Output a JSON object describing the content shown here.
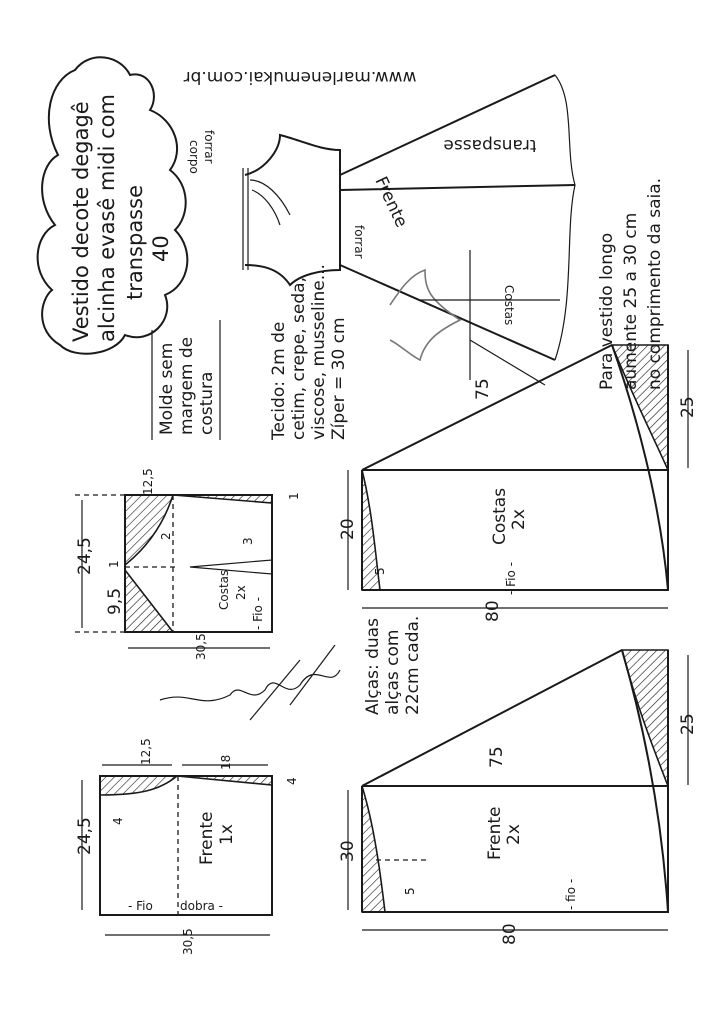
{
  "title": {
    "lines": [
      "Vestido decote degagê",
      "alcinha evasê midi com",
      "transpasse",
      "40"
    ]
  },
  "website": "www.marlenemukai.com.br",
  "notes": {
    "seam_allowance": [
      "Molde sem",
      "margem de",
      "costura"
    ],
    "fabric": [
      "Tecido: 2m de",
      "cetim, crepe, seda,",
      "viscose, musseline...",
      "Zíper = 30 cm"
    ],
    "long_dress": [
      "Para vestido longo",
      "aumente 25 a 30 cm",
      "no comprimento da saia."
    ],
    "straps": [
      "Alças: duas",
      "alças com",
      "22cm cada."
    ]
  },
  "sketch": {
    "labels": {
      "forrar_corpo": [
        "forrar",
        "corpo"
      ],
      "transpasse": "transpasse",
      "frente": "Frente",
      "forrar": "forrar",
      "costas": "Costas"
    }
  },
  "back_skirt": {
    "name": "Costas",
    "count": "2x",
    "grain": "- Fio -",
    "diagonal": "75",
    "right": "25",
    "left": "20",
    "small": "5",
    "width": "80"
  },
  "front_skirt": {
    "name": "Frente",
    "count": "2x",
    "grain": "- fio -",
    "diagonal": "75",
    "right": "25",
    "left": "30",
    "small": "5",
    "width": "80"
  },
  "back_bodice": {
    "name": "Costas",
    "count": "2x",
    "grain": "- Fio -",
    "height": "24,5",
    "lower": "9,5",
    "top": "12,5",
    "dart_a": "2",
    "dart_b": "3",
    "width": "30,5",
    "mark_a": "1",
    "mark_b": "1"
  },
  "front_bodice": {
    "name": "Frente",
    "count": "1x",
    "grain": "- Fio",
    "fold": "dobra -",
    "height": "24,5",
    "top_left": "12,5",
    "top_right": "18",
    "drop_a": "4",
    "drop_b": "4",
    "width": "30,5"
  },
  "signature": "Marlene Mukai"
}
